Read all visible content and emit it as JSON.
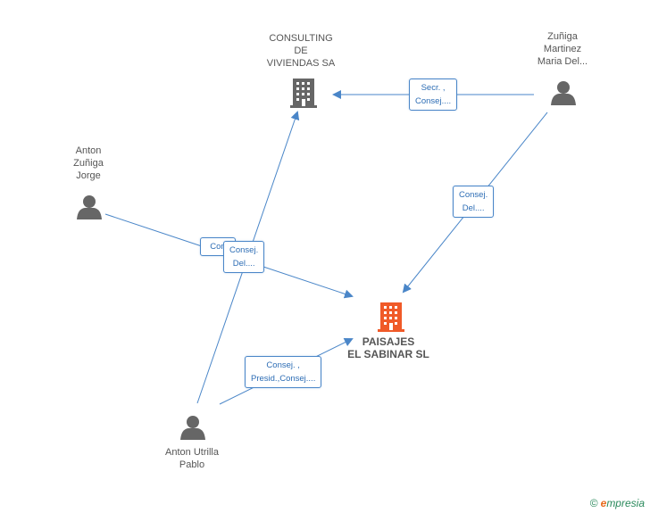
{
  "nodes": {
    "consulting": {
      "lines": [
        "CONSULTING",
        "DE",
        "VIVIENDAS SA"
      ],
      "icon": "building-icon",
      "color": "#666666"
    },
    "zuniga": {
      "lines": [
        "Zuñiga",
        "Martinez",
        "Maria Del..."
      ],
      "icon": "person-icon",
      "color": "#666666"
    },
    "anton_jorge": {
      "lines": [
        "Anton",
        "Zuñiga",
        "Jorge"
      ],
      "icon": "person-icon",
      "color": "#666666"
    },
    "paisajes": {
      "lines": [
        "PAISAJES",
        "EL SABINAR SL"
      ],
      "icon": "building-icon",
      "color": "#f05a28"
    },
    "anton_pablo": {
      "lines": [
        "Anton Utrilla",
        "Pablo"
      ],
      "icon": "person-icon",
      "color": "#666666"
    }
  },
  "edges": {
    "zuniga_consulting": [
      "Secr. ,",
      "Consej...."
    ],
    "zuniga_paisajes": [
      "Consej.",
      "Del...."
    ],
    "jorge_paisajes_partial": [
      "Con"
    ],
    "pablo_consulting": [
      "Consej.",
      "Del...."
    ],
    "pablo_paisajes": [
      "Consej. ,",
      "Presid.,Consej...."
    ]
  },
  "footer": {
    "copyright": "©",
    "brand_initial": "e",
    "brand_rest": "mpresia"
  },
  "colors": {
    "edge": "#4a86c8",
    "node": "#666666",
    "focus": "#f05a28"
  }
}
